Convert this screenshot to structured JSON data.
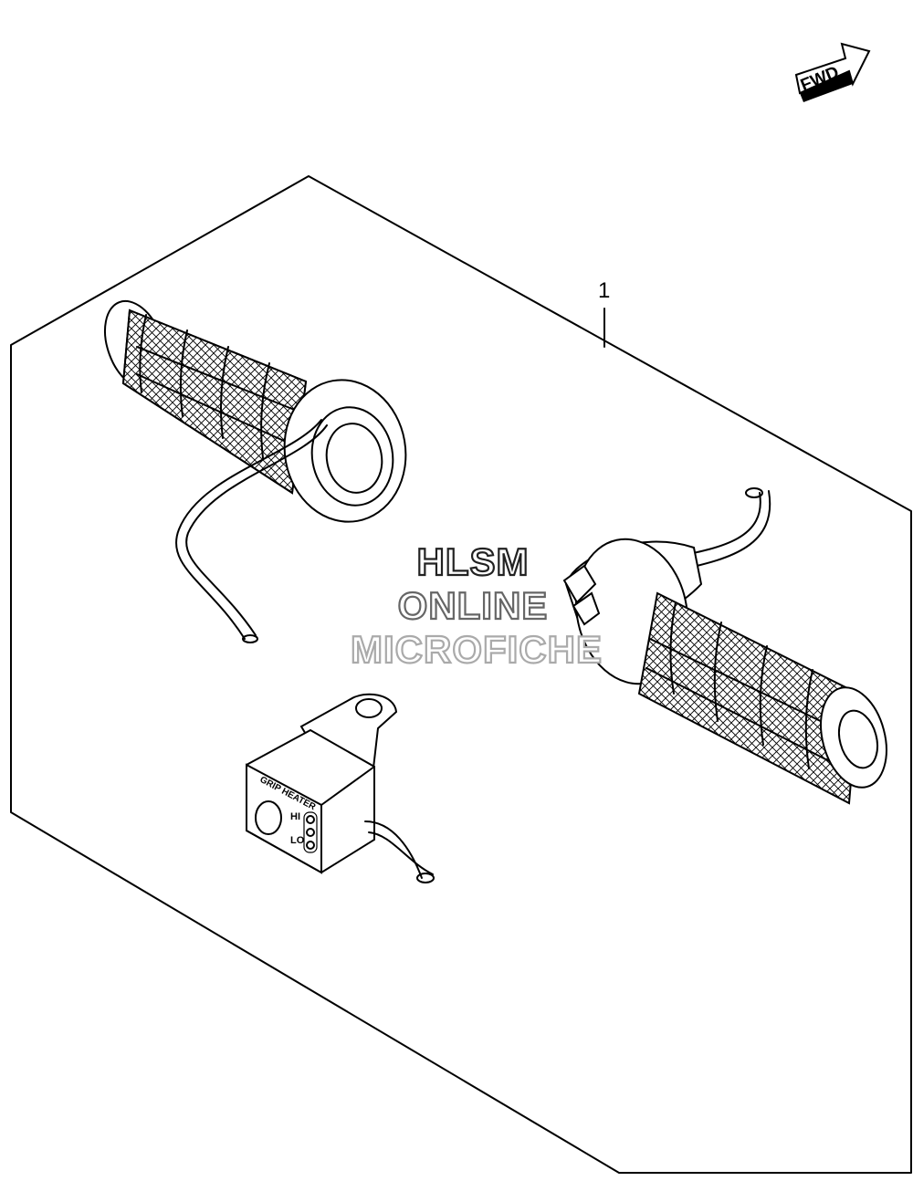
{
  "diagram": {
    "callout_number": "1",
    "fwd_label": "FWD",
    "switch": {
      "title": "GRIP HEATER",
      "hi_label": "HI",
      "lo_label": "LO"
    },
    "watermark": {
      "line1": "HLSM",
      "line2": "ONLINE",
      "line3": "MICROFICHE"
    }
  }
}
